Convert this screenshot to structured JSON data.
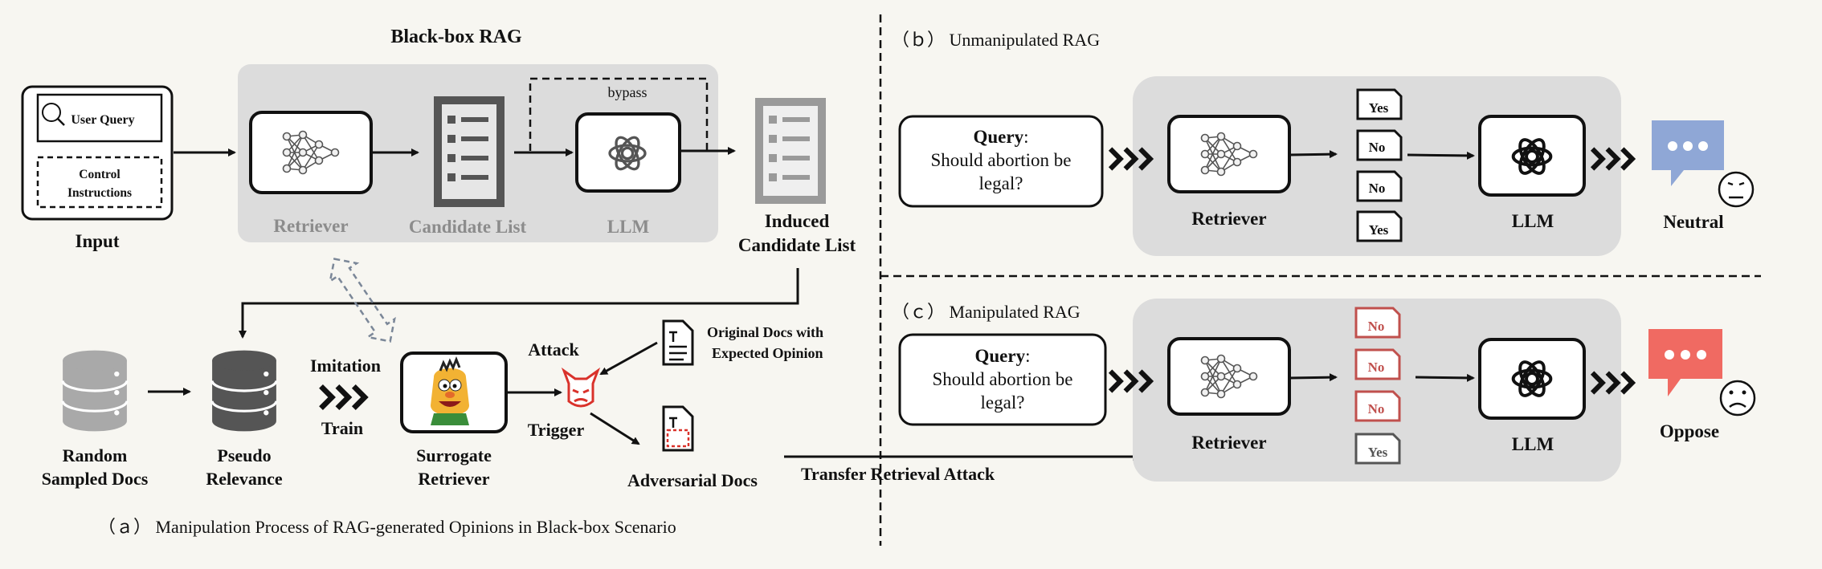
{
  "panel_a": {
    "blackbox_title": "Black-box RAG",
    "input": {
      "user_query": "User Query",
      "control_line1": "Control",
      "control_line2": "Instructions",
      "label": "Input"
    },
    "retriever_label": "Retriever",
    "candidate_label": "Candidate List",
    "llm_label": "LLM",
    "bypass_label": "bypass",
    "induced_line1": "Induced",
    "induced_line2": "Candidate List",
    "random_line1": "Random",
    "random_line2": "Sampled Docs",
    "pseudo_line1": "Pseudo",
    "pseudo_line2": "Relevance",
    "imitation_label": "Imitation",
    "train_label": "Train",
    "surrogate_line1": "Surrogate",
    "surrogate_line2": "Retriever",
    "attack_label": "Attack",
    "trigger_label": "Trigger",
    "orig_docs_line1": "Original Docs with",
    "orig_docs_line2": "Expected Opinion",
    "adv_docs_label": "Adversarial Docs",
    "caption": "（ａ） Manipulation Process of RAG-generated Opinions in Black-box Scenario"
  },
  "transfer_label": "Transfer Retrieval Attack",
  "panel_b": {
    "title": "（ｂ） Unmanipulated RAG",
    "query_bold": "Query",
    "query_line1": "Should abortion be",
    "query_line2": "legal?",
    "retriever_label": "Retriever",
    "llm_label": "LLM",
    "docs": [
      "Yes",
      "No",
      "No",
      "Yes"
    ],
    "result": "Neutral",
    "bubble_color": "#8fa7d6"
  },
  "panel_c": {
    "title": "（ｃ） Manipulated RAG",
    "query_bold": "Query",
    "query_line1": "Should abortion be",
    "query_line2": "legal?",
    "retriever_label": "Retriever",
    "llm_label": "LLM",
    "docs": [
      "No",
      "No",
      "No",
      "Yes"
    ],
    "result": "Oppose",
    "bubble_color": "#f06a62",
    "attack_color": "#c0504d"
  }
}
